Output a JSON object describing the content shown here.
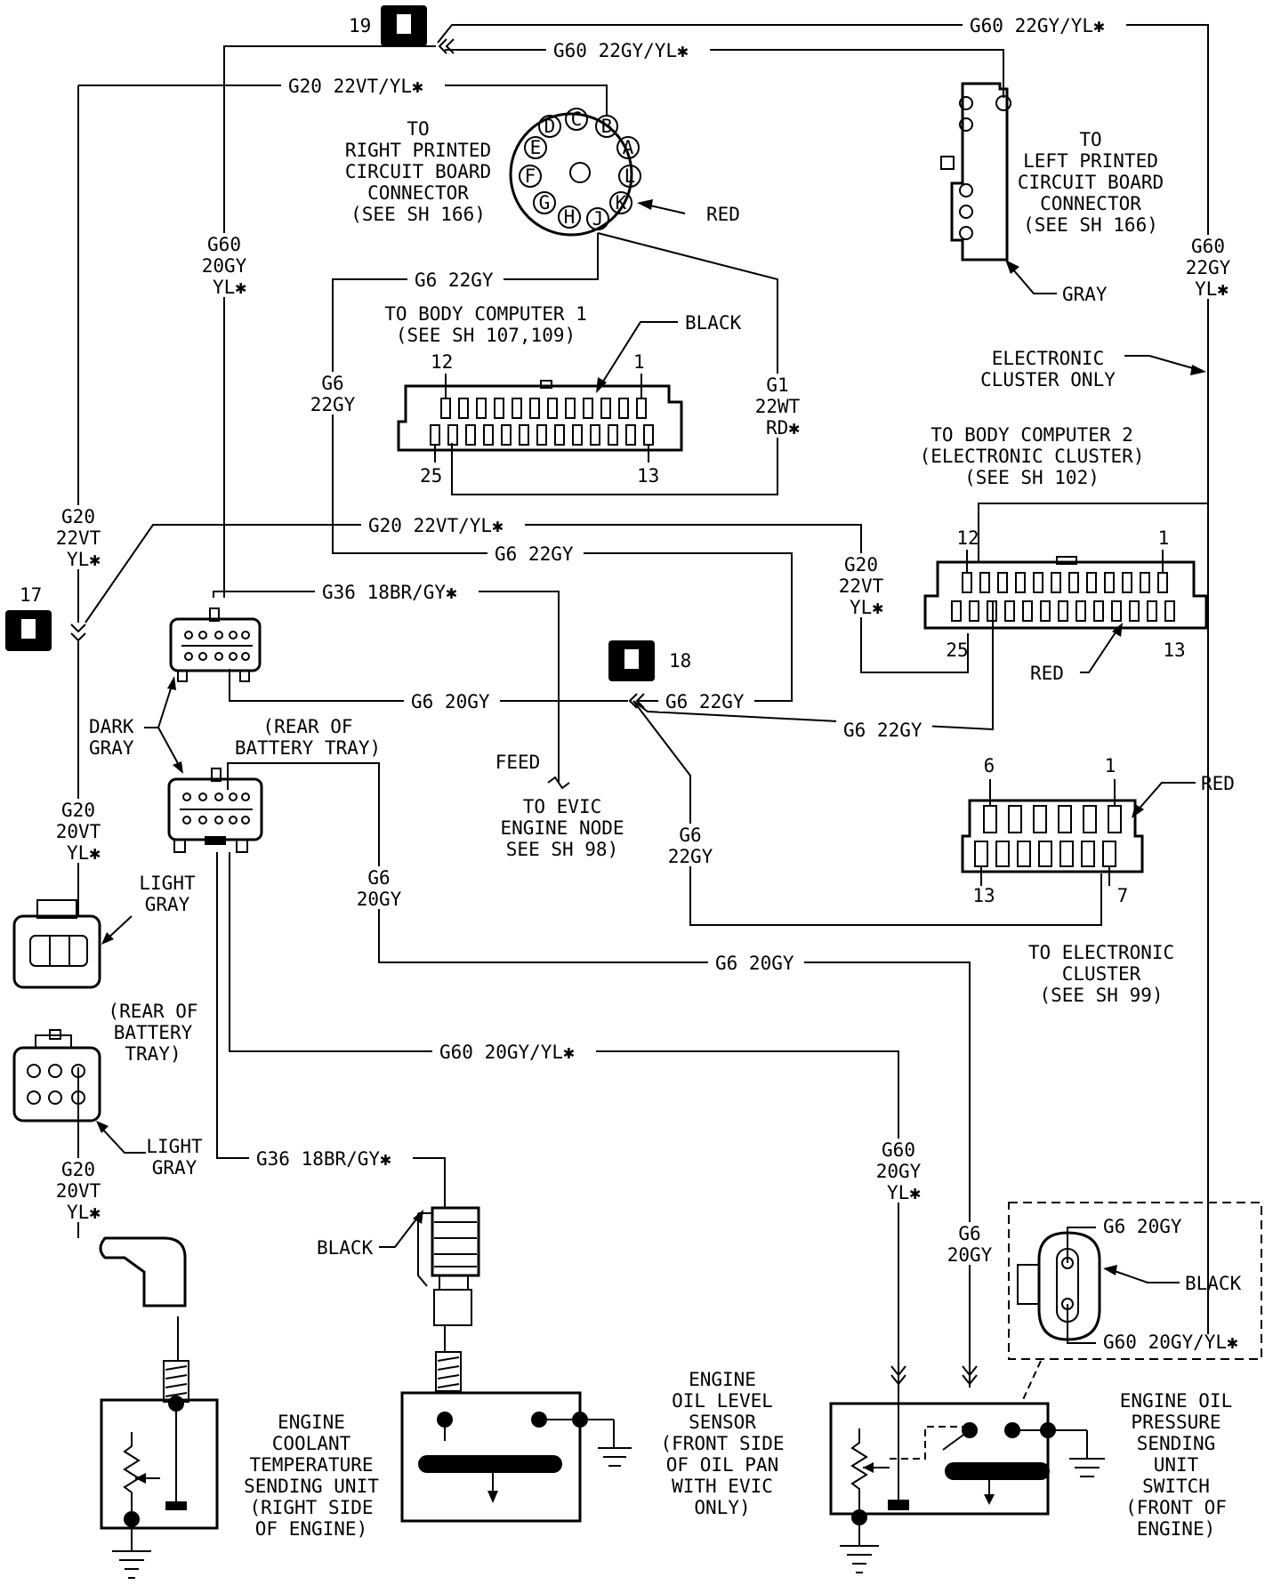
{
  "splices": {
    "s17": "17",
    "s18": "18",
    "s19": "19"
  },
  "wires": {
    "g60_22gy_yl": "G60 22GY/YL✱",
    "g20_22vt_yl": "G20 22VT/YL✱",
    "g6_22gy": "G6 22GY",
    "g36_18br_gy": "G36 18BR/GY✱",
    "g6_20gy": "G6 20GY",
    "g60_20gy_yl": "G60 20GY/YL✱",
    "v_g60": "G60",
    "v_20gy": "20GY",
    "v_yl": "YL✱",
    "v_22gy": "22GY",
    "v_g6": "G6",
    "v_g20": "G20",
    "v_22vt": "22VT",
    "v_20vt": "20VT",
    "v_g1": "G1",
    "v_22wt": "22WT",
    "v_rd": "RD✱"
  },
  "colors": {
    "red": "RED",
    "black": "BLACK",
    "gray": "GRAY",
    "dark": "DARK",
    "light": "LIGHT"
  },
  "connectors": {
    "right_pcb": [
      "TO",
      "RIGHT PRINTED",
      "CIRCUIT BOARD",
      "CONNECTOR",
      "(SEE SH 166)"
    ],
    "right_pcb_pins": [
      "D",
      "C",
      "B",
      "E",
      "A",
      "F",
      "L",
      "G",
      "H",
      "J",
      "K"
    ],
    "left_pcb": [
      "TO",
      "LEFT PRINTED",
      "CIRCUIT BOARD",
      "CONNECTOR",
      "(SEE SH 166)"
    ],
    "body_computer_1": [
      "TO BODY COMPUTER 1",
      "(SEE SH 107,109)"
    ],
    "body_computer_2": [
      "TO BODY COMPUTER 2",
      "(ELECTRONIC CLUSTER)",
      "(SEE SH 102)"
    ],
    "electronic_cluster_only": [
      "ELECTRONIC",
      "CLUSTER ONLY"
    ],
    "to_electronic_cluster": [
      "TO ELECTRONIC",
      "CLUSTER",
      "(SEE SH 99)"
    ],
    "rear_battery_tray_1": [
      "(REAR OF",
      "BATTERY TRAY)"
    ],
    "rear_battery_tray_2": [
      "(REAR OF",
      "BATTERY",
      "TRAY)"
    ],
    "feed": "FEED",
    "evic": [
      "TO EVIC",
      "ENGINE NODE",
      "SEE SH 98)"
    ]
  },
  "pins": {
    "p1": "1",
    "p12": "12",
    "p13": "13",
    "p25": "25",
    "p6": "6",
    "p7": "7"
  },
  "components": {
    "coolant": [
      "ENGINE",
      "COOLANT",
      "TEMPERATURE",
      "SENDING UNIT",
      "(RIGHT SIDE",
      "OF ENGINE)"
    ],
    "oil_level": [
      "ENGINE",
      "OIL LEVEL",
      "SENSOR",
      "(FRONT SIDE",
      "OF OIL PAN",
      "WITH EVIC",
      "ONLY)"
    ],
    "oil_pressure": [
      "ENGINE OIL",
      "PRESSURE",
      "SENDING",
      "UNIT",
      "SWITCH",
      "(FRONT OF",
      "ENGINE)"
    ]
  }
}
